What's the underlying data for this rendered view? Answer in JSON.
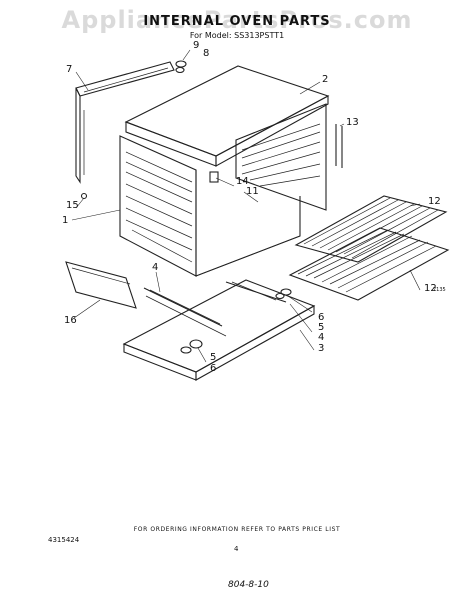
{
  "watermark": "AppliancePartsPros.com",
  "title": "INTERNAL OVEN PARTS",
  "model": "For Model: SS313PSTT1",
  "art_code": "7135",
  "footer": "FOR ORDERING INFORMATION REFER TO PARTS PRICE LIST",
  "doc_number": "4315424",
  "page_number": "4",
  "handwriting": "804-8-10",
  "callouts": {
    "c1": "1",
    "c2": "2",
    "c3": "3",
    "c4": "4",
    "c4b": "4",
    "c5": "5",
    "c5b": "5",
    "c6": "6",
    "c6b": "6",
    "c7": "7",
    "c8": "8",
    "c9": "9",
    "c11": "11",
    "c12a": "12",
    "c12b": "12",
    "c13": "13",
    "c14": "14",
    "c15": "15",
    "c16": "16"
  }
}
